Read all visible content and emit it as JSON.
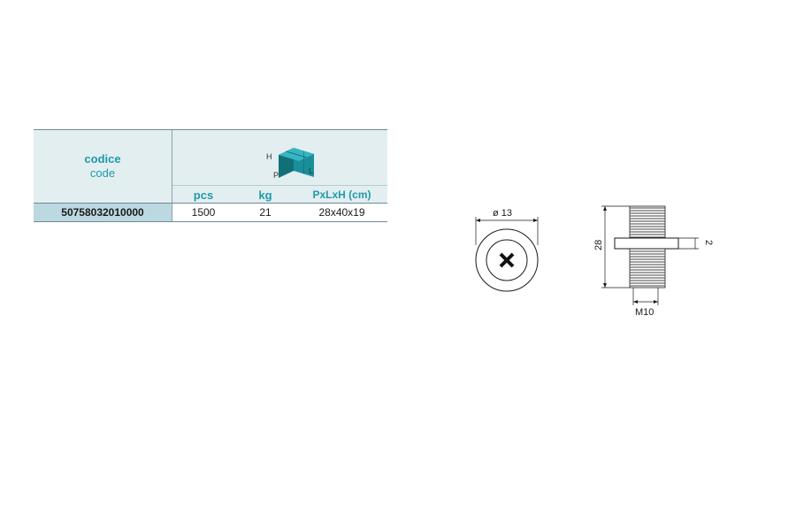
{
  "table": {
    "code_header_it": "codice",
    "code_header_en": "code",
    "box_labels": {
      "h": "H",
      "p": "P",
      "l": "L"
    },
    "columns": [
      "pcs",
      "kg",
      "PxLxH (cm)"
    ],
    "row": {
      "code": "50758032010000",
      "pcs": "1500",
      "kg": "21",
      "dims": "28x40x19"
    }
  },
  "drawing": {
    "diameter_label": "ø 13",
    "height_label": "28",
    "flange_label": "2",
    "thread_label": "M10"
  },
  "colors": {
    "accent": "#1f9aa9",
    "header_bg": "#e3eef1",
    "code_cell_bg": "#bcd8e0",
    "box_color": "#1a8f9a"
  }
}
